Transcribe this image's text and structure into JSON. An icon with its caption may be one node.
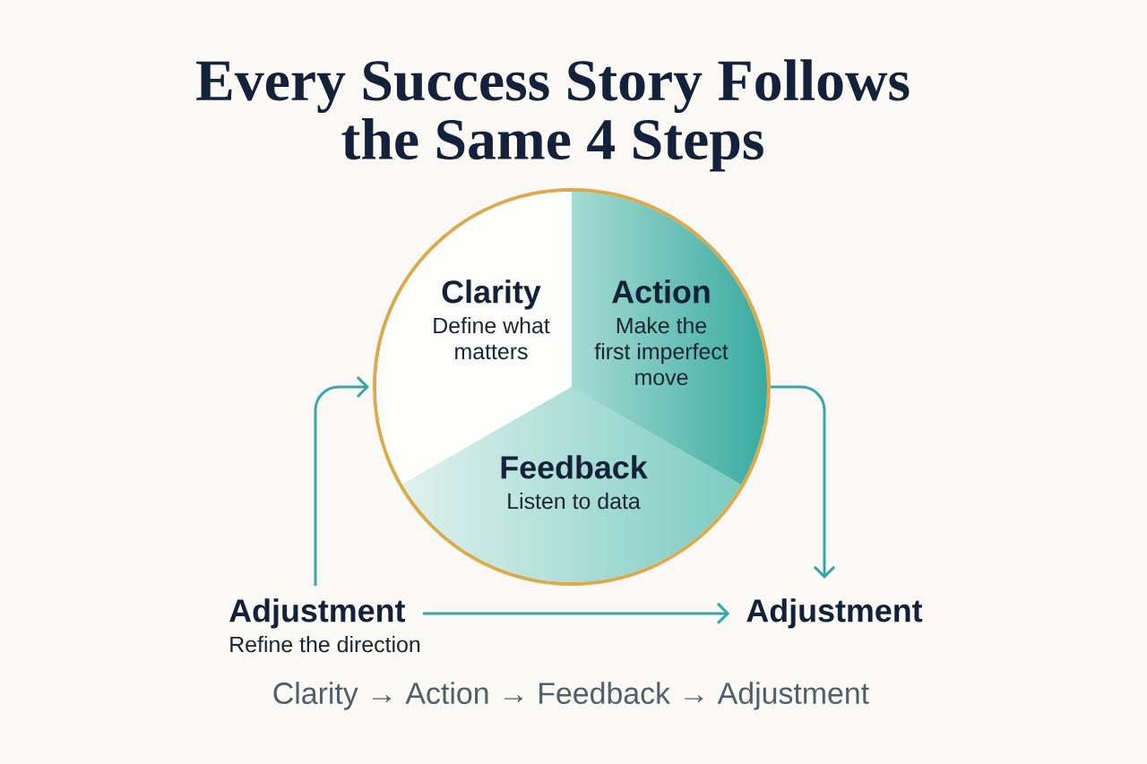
{
  "diagram": {
    "title": "Every Success Story Follows the Same 4 Steps",
    "nodes": [
      {
        "text": [],
        "shape": "circle"
      },
      {
        "text": [
          "Clarity",
          "Define what matters"
        ],
        "in": 0
      },
      {
        "text": [
          "Action",
          "Make the first imperfect move"
        ],
        "in": 0
      },
      {
        "text": [
          "Feedback",
          "Listen to data"
        ],
        "in": 0
      },
      {
        "text": [
          "Adjustment",
          "Refine the direction"
        ]
      },
      {
        "text": [
          "Adjustment"
        ]
      }
    ],
    "edges": [
      {
        "from": 4,
        "to": 0,
        "arrow": "to"
      },
      {
        "from": 0,
        "to": 5,
        "arrow": "to"
      },
      {
        "from": 4,
        "to": 5,
        "arrow": "to"
      }
    ],
    "labels": [
      "Clarity → Action → Feedback → Adjustment"
    ]
  }
}
